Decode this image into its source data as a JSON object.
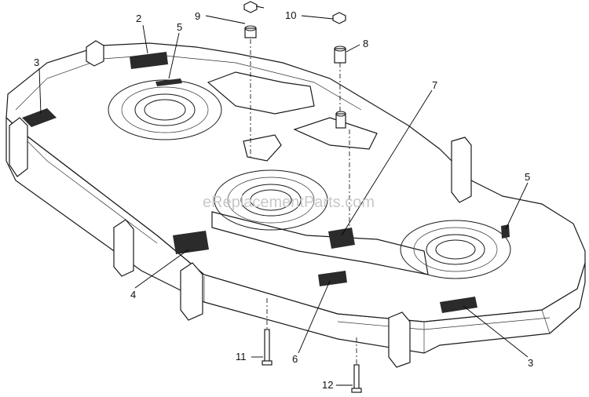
{
  "watermark": "eReplacementParts.com",
  "callouts": [
    {
      "id": "c2",
      "label": "2"
    },
    {
      "id": "c5a",
      "label": "5"
    },
    {
      "id": "c3a",
      "label": "3"
    },
    {
      "id": "c9",
      "label": "9"
    },
    {
      "id": "c10",
      "label": "10"
    },
    {
      "id": "c8",
      "label": "8"
    },
    {
      "id": "c7",
      "label": "7"
    },
    {
      "id": "c5b",
      "label": "5"
    },
    {
      "id": "c4",
      "label": "4"
    },
    {
      "id": "c6",
      "label": "6"
    },
    {
      "id": "c3b",
      "label": "3"
    },
    {
      "id": "c11",
      "label": "11"
    },
    {
      "id": "c12",
      "label": "12"
    }
  ]
}
